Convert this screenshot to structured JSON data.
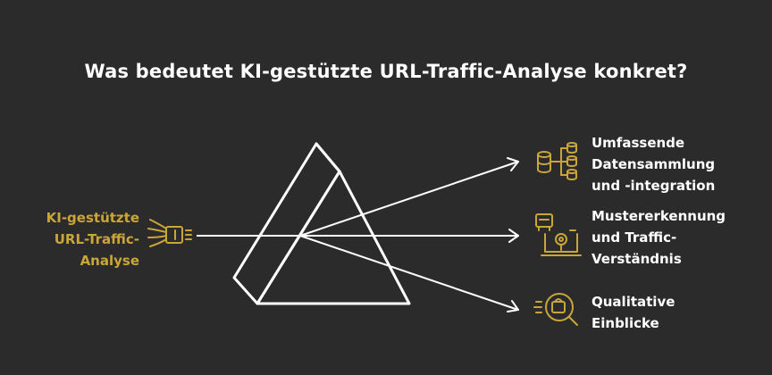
{
  "title": "Was bedeutet KI-gestützte URL-Traffic-Analyse konkret?",
  "input": {
    "label_lines": [
      "KI-gestützte",
      "URL-Traffic-",
      "Analyse"
    ],
    "icon": "light-beam-icon"
  },
  "outputs": [
    {
      "label_lines": [
        "Umfassende",
        "Datensammlung",
        "und -integration"
      ],
      "icon": "database-integration-icon"
    },
    {
      "label_lines": [
        "Mustererkennung",
        "und Traffic-",
        "Verständnis"
      ],
      "icon": "pattern-recognition-icon"
    },
    {
      "label_lines": [
        "Qualitative",
        "Einblicke"
      ],
      "icon": "magnifier-insights-icon"
    }
  ],
  "colors": {
    "background": "#2b2b2b",
    "accent": "#c9a637",
    "text": "#ffffff"
  }
}
